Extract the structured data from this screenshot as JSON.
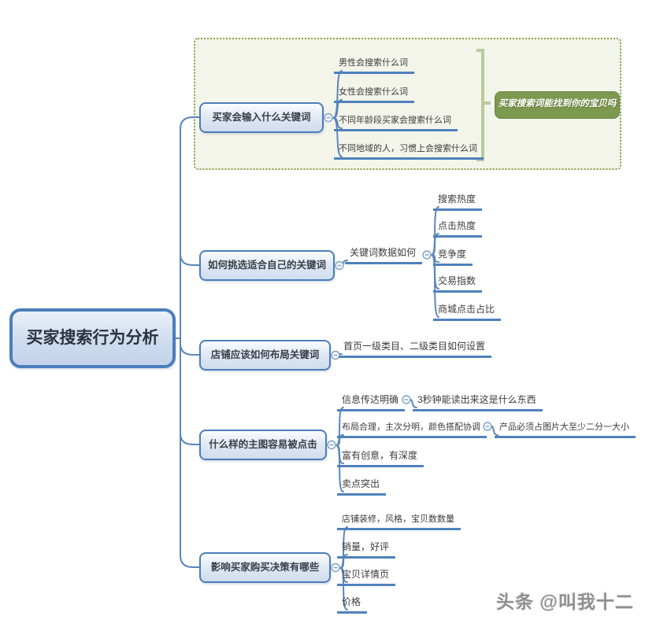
{
  "root": {
    "label": "买家搜索行为分析"
  },
  "summary": {
    "label": "买家搜索词能找到你的宝贝吗"
  },
  "branches": [
    {
      "label": "买家会输入什么关键词",
      "children": [
        "男性会搜索什么词",
        "女性会搜索什么词",
        "不同年龄段买家会搜索什么词",
        "不同地域的人，习惯上会搜索什么词"
      ]
    },
    {
      "label": "如何挑选适合自己的关键词",
      "child": {
        "label": "关键词数据如何",
        "children": [
          "搜索热度",
          "点击热度",
          "竞争度",
          "交易指数",
          "商城点击占比"
        ]
      }
    },
    {
      "label": "店铺应该如何布局关键词",
      "children": [
        "首页一级类目、二级类目如何设置"
      ]
    },
    {
      "label": "什么样的主图容易被点击",
      "children": [
        {
          "label": "信息传达明确",
          "note": "3秒钟能读出来这是什么东西"
        },
        {
          "label": "布局合理，主次分明，颜色搭配协调",
          "note": "产品必须占图片大至少二分一大小"
        },
        {
          "label": "富有创意，有深度"
        },
        {
          "label": "卖点突出"
        }
      ]
    },
    {
      "label": "影响买家购买决策有哪些",
      "children": [
        "店铺装修，风格，宝贝数数量",
        "销量，好评",
        "宝贝详情页",
        "价格"
      ]
    }
  ],
  "watermark": "头条 @叫我十二",
  "colors": {
    "branch_line": "#5b86ba",
    "node_border": "#4a7ebb",
    "underline": "#4f81bd",
    "group_fill": "#f3f5ea",
    "group_border": "#8aa04f",
    "summary_bracket": "#b9cb9c",
    "summary_fill": "#7d9950",
    "text": "#3c3c3c"
  }
}
